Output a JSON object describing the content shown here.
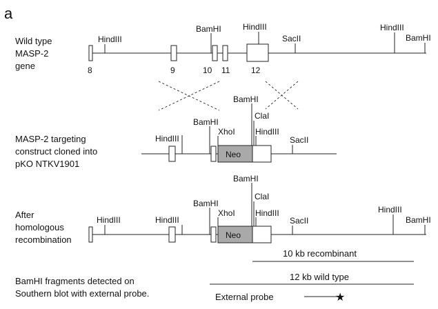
{
  "panel_letter": "a",
  "rows": {
    "wild_type": {
      "label_lines": [
        "Wild type",
        "MASP-2",
        "gene"
      ]
    },
    "targeting": {
      "label_lines": [
        "MASP-2 targeting",
        "construct cloned into",
        "pKO NTKV1901"
      ]
    },
    "recombined": {
      "label_lines": [
        "After",
        "homologous",
        "recombination"
      ]
    }
  },
  "sites": {
    "hindiii": "HindIII",
    "bamhi": "BamHI",
    "sacii": "SacII",
    "xhoi": "XhoI",
    "clai": "ClaI"
  },
  "exon_numbers": [
    "8",
    "9",
    "10",
    "11",
    "12"
  ],
  "neo_label": "Neo",
  "fragments": {
    "recombinant": "10 kb recombinant",
    "wild_type": "12 kb wild type"
  },
  "bottom_label_lines": [
    "BamHI fragments detected on",
    "Southern blot with external probe."
  ],
  "external_probe": "External probe",
  "star": "★"
}
